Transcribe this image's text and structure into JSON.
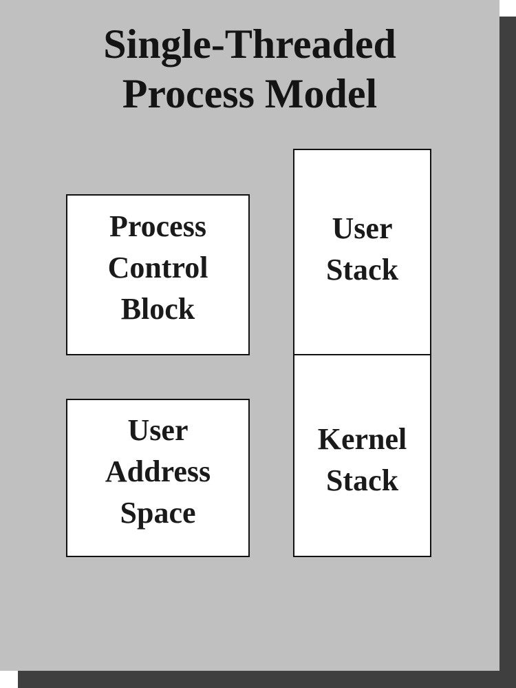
{
  "diagram": {
    "title_line1": "Single-Threaded",
    "title_line2": "Process Model",
    "boxes": {
      "pcb": {
        "line1": "Process",
        "line2": "Control",
        "line3": "Block"
      },
      "user_address_space": {
        "line1": "User",
        "line2": "Address",
        "line3": "Space"
      },
      "user_stack": {
        "line1": "User",
        "line2": "Stack"
      },
      "kernel_stack": {
        "line1": "Kernel",
        "line2": "Stack"
      }
    }
  }
}
